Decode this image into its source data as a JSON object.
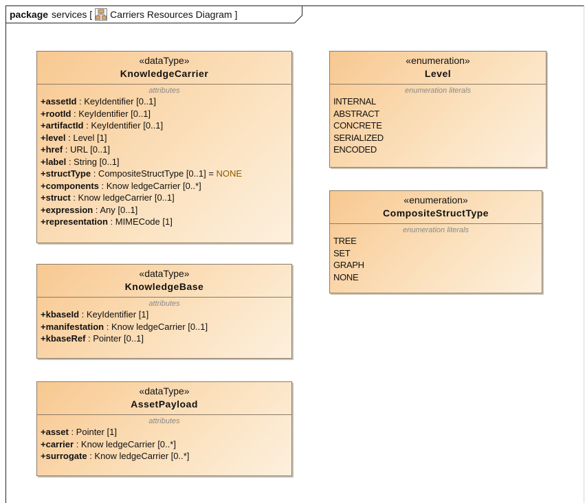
{
  "frame": {
    "keyword": "package",
    "name": "services [",
    "diagram_name": "Carriers Resources Diagram ]",
    "diagram_icon": "class-diagram-icon"
  },
  "classes": [
    {
      "stereotype": "«dataType»",
      "name": "KnowledgeCarrier",
      "section": "attributes",
      "attributes": [
        {
          "name": "+assetId",
          "type": " : KeyIdentifier [0..1]",
          "default": ""
        },
        {
          "name": "+rootId",
          "type": " : KeyIdentifier [0..1]",
          "default": ""
        },
        {
          "name": "+artifactId",
          "type": " : KeyIdentifier [0..1]",
          "default": ""
        },
        {
          "name": "+level",
          "type": " : Level [1]",
          "default": ""
        },
        {
          "name": "+href",
          "type": " : URL [0..1]",
          "default": ""
        },
        {
          "name": "+label",
          "type": " : String [0..1]",
          "default": ""
        },
        {
          "name": "+structType",
          "type": " : CompositeStructType [0..1] = ",
          "default": "NONE"
        },
        {
          "name": "+components",
          "type": " : Know ledgeCarrier [0..*]",
          "default": ""
        },
        {
          "name": "+struct",
          "type": " : Know ledgeCarrier [0..1]",
          "default": ""
        },
        {
          "name": "+expression",
          "type": " : Any [0..1]",
          "default": ""
        },
        {
          "name": "+representation",
          "type": " : MIMECode [1]",
          "default": ""
        }
      ]
    },
    {
      "stereotype": "«dataType»",
      "name": "KnowledgeBase",
      "section": "attributes",
      "attributes": [
        {
          "name": "+kbaseId",
          "type": " : KeyIdentifier [1]",
          "default": ""
        },
        {
          "name": "+manifestation",
          "type": " : Know ledgeCarrier [0..1]",
          "default": ""
        },
        {
          "name": "+kbaseRef",
          "type": " : Pointer [0..1]",
          "default": ""
        }
      ]
    },
    {
      "stereotype": "«dataType»",
      "name": "AssetPayload",
      "section": "attributes",
      "attributes": [
        {
          "name": "+asset",
          "type": " : Pointer [1]",
          "default": ""
        },
        {
          "name": "+carrier",
          "type": " : Know ledgeCarrier [0..*]",
          "default": ""
        },
        {
          "name": "+surrogate",
          "type": " : Know ledgeCarrier [0..*]",
          "default": ""
        }
      ]
    }
  ],
  "enums": [
    {
      "stereotype": "«enumeration»",
      "name": "Level",
      "section": "enumeration literals",
      "literals": [
        "INTERNAL",
        "ABSTRACT",
        "CONCRETE",
        "SERIALIZED",
        "ENCODED"
      ]
    },
    {
      "stereotype": "«enumeration»",
      "name": "CompositeStructType",
      "section": "enumeration literals",
      "literals": [
        "TREE",
        "SET",
        "GRAPH",
        "NONE"
      ]
    }
  ]
}
